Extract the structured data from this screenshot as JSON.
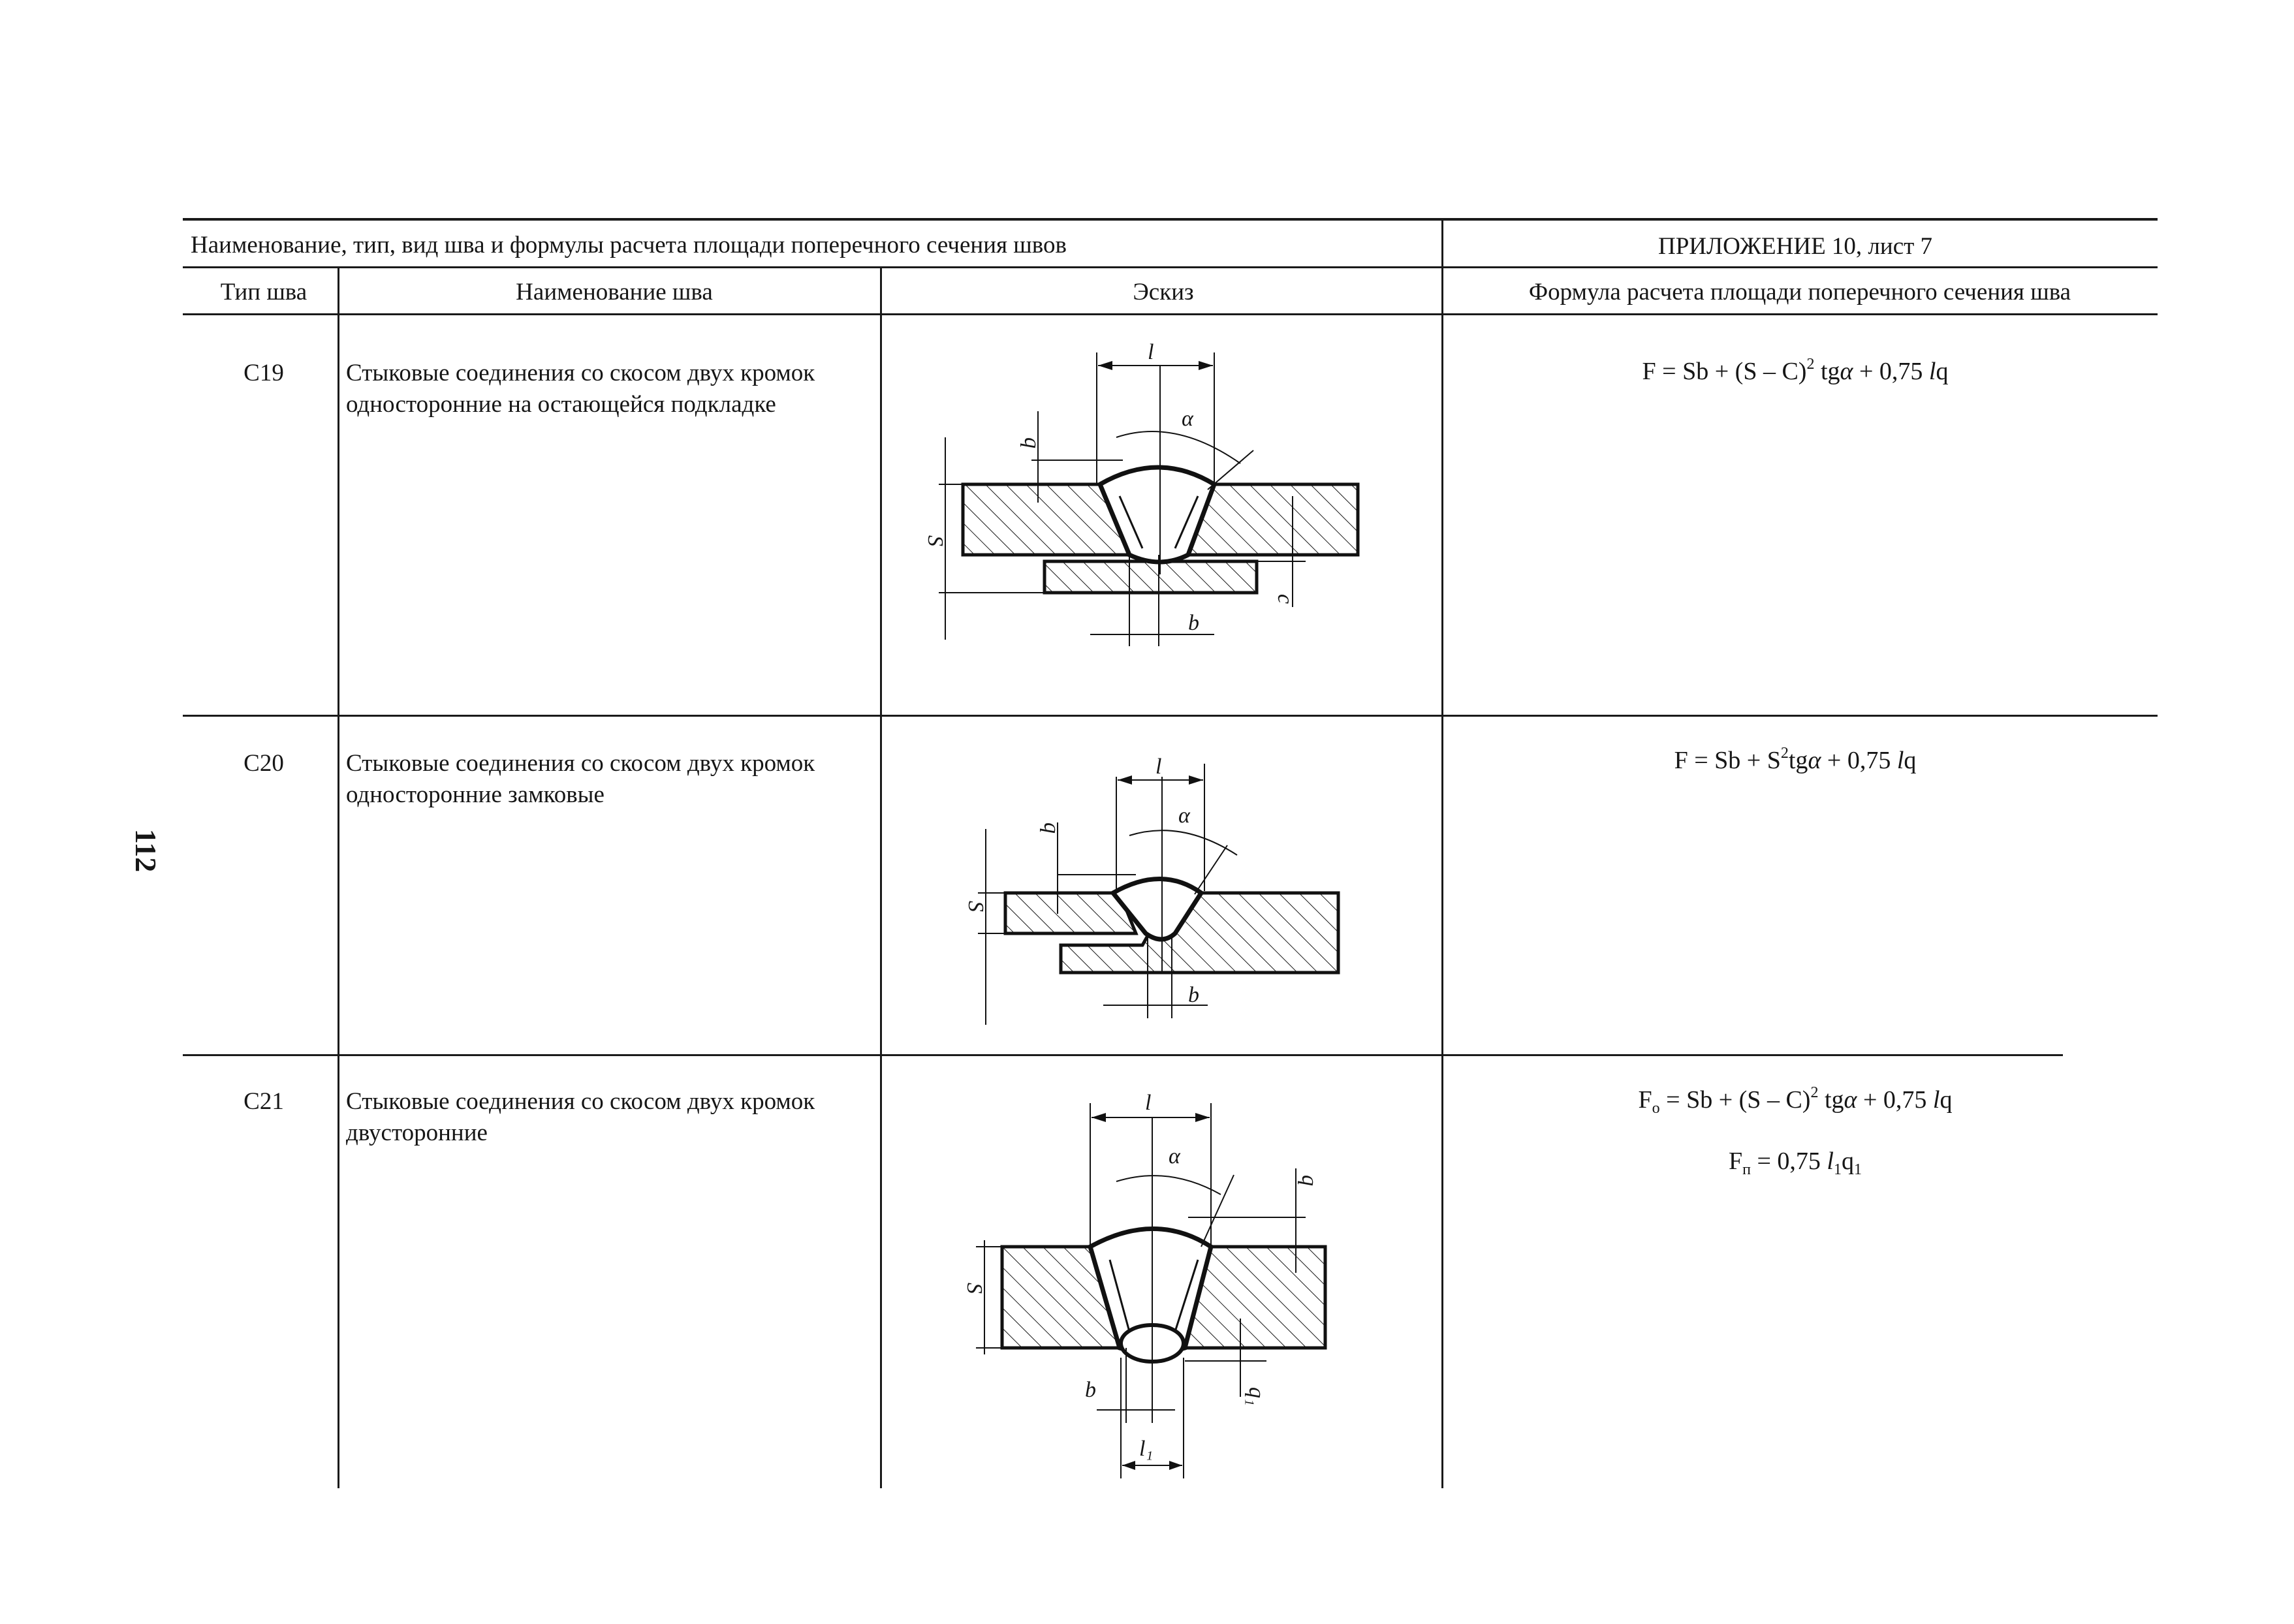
{
  "page": {
    "number": "112"
  },
  "header": {
    "main_title": "Наименование, тип, вид шва и формулы расчета площади поперечного сечения швов",
    "appendix": "ПРИЛОЖЕНИЕ 10, лист 7"
  },
  "columns": {
    "type": "Тип шва",
    "name": "Наименование шва",
    "sketch": "Эскиз",
    "formula": "Формула расчета площади поперечного сечения шва"
  },
  "rows": [
    {
      "type": "С19",
      "name": "Стыковые соединения со скосом двух кромок односторонние на остающейся подкладке",
      "formula_lines": [
        "F = Sb + (S – C)² tgα + 0,75 lq"
      ]
    },
    {
      "type": "С20",
      "name": "Стыковые соединения со скосом двух кромок односторонние замковые",
      "formula_lines": [
        "F = Sb + S²tgα + 0,75 lq"
      ]
    },
    {
      "type": "С21",
      "name": "Стыковые соединения со скосом двух кромок двусторонние",
      "formula_lines": [
        "Fo = Sb + (S – C)² tgα + 0,75 lq",
        "Fп = 0,75 l₁q₁"
      ]
    }
  ],
  "sketch_labels": {
    "l": "l",
    "alpha": "α",
    "q": "q",
    "s": "S",
    "b": "b",
    "c": "c",
    "l1": "l₁",
    "q1": "q₁"
  }
}
